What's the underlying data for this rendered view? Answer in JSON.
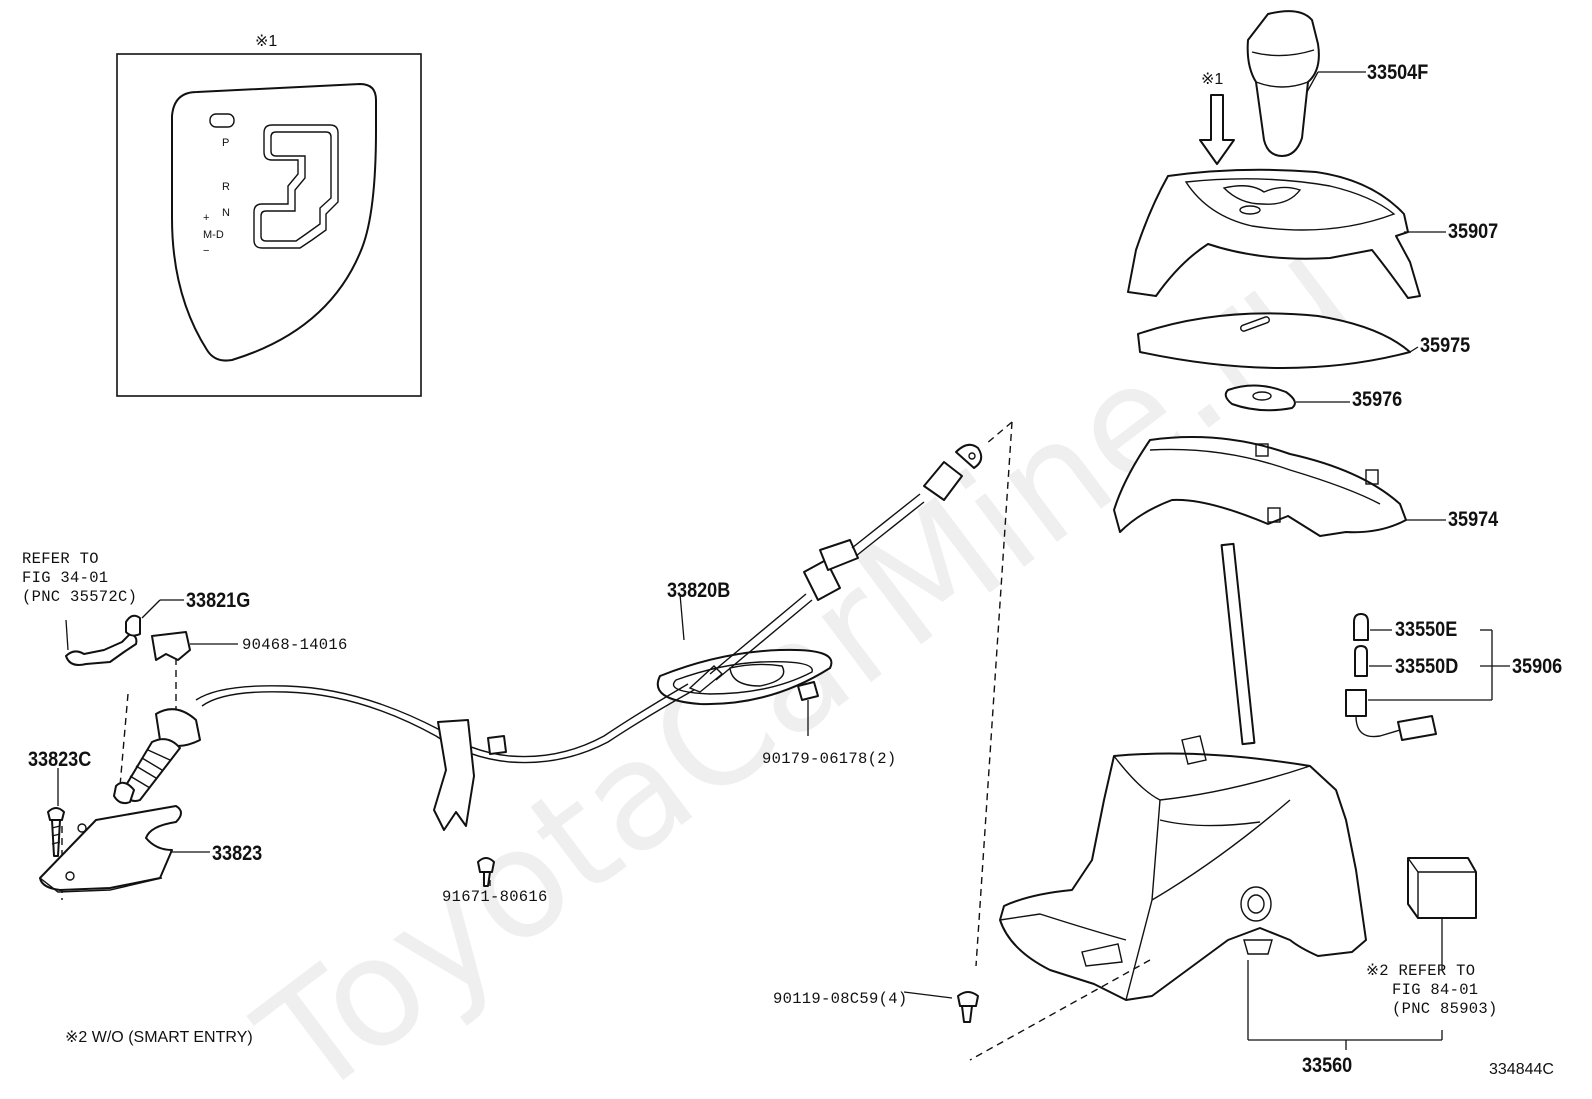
{
  "watermark": "ToyotaCarMine.ru",
  "inset": {
    "note_mark": "※1",
    "gate_labels": {
      "p": "P",
      "r": "R",
      "n": "N",
      "plus": "+",
      "md": "M-D",
      "minus": "−"
    }
  },
  "callouts": {
    "mark_1": "※1",
    "p33504F": "33504F",
    "p35907": "35907",
    "p35975": "35975",
    "p35976": "35976",
    "p35974": "35974",
    "p33550E": "33550E",
    "p33550D": "33550D",
    "p35906": "35906",
    "p33560": "33560",
    "p33820B": "33820B",
    "p33821G": "33821G",
    "p90468": "90468-14016",
    "p33823C": "33823C",
    "p33823": "33823",
    "p91671": "91671-80616",
    "p90179": "90179-06178(2)",
    "p90119": "90119-08C59(4)"
  },
  "refer_left": {
    "line1": "REFER TO",
    "line2": "FIG 34-01",
    "line3": "(PNC 35572C)"
  },
  "refer_right": {
    "line1": "※2 REFER TO",
    "line2": "FIG 84-01",
    "line3": "(PNC 85903)"
  },
  "footnote": "※2 W/O (SMART ENTRY)",
  "figure_code": "334844C"
}
